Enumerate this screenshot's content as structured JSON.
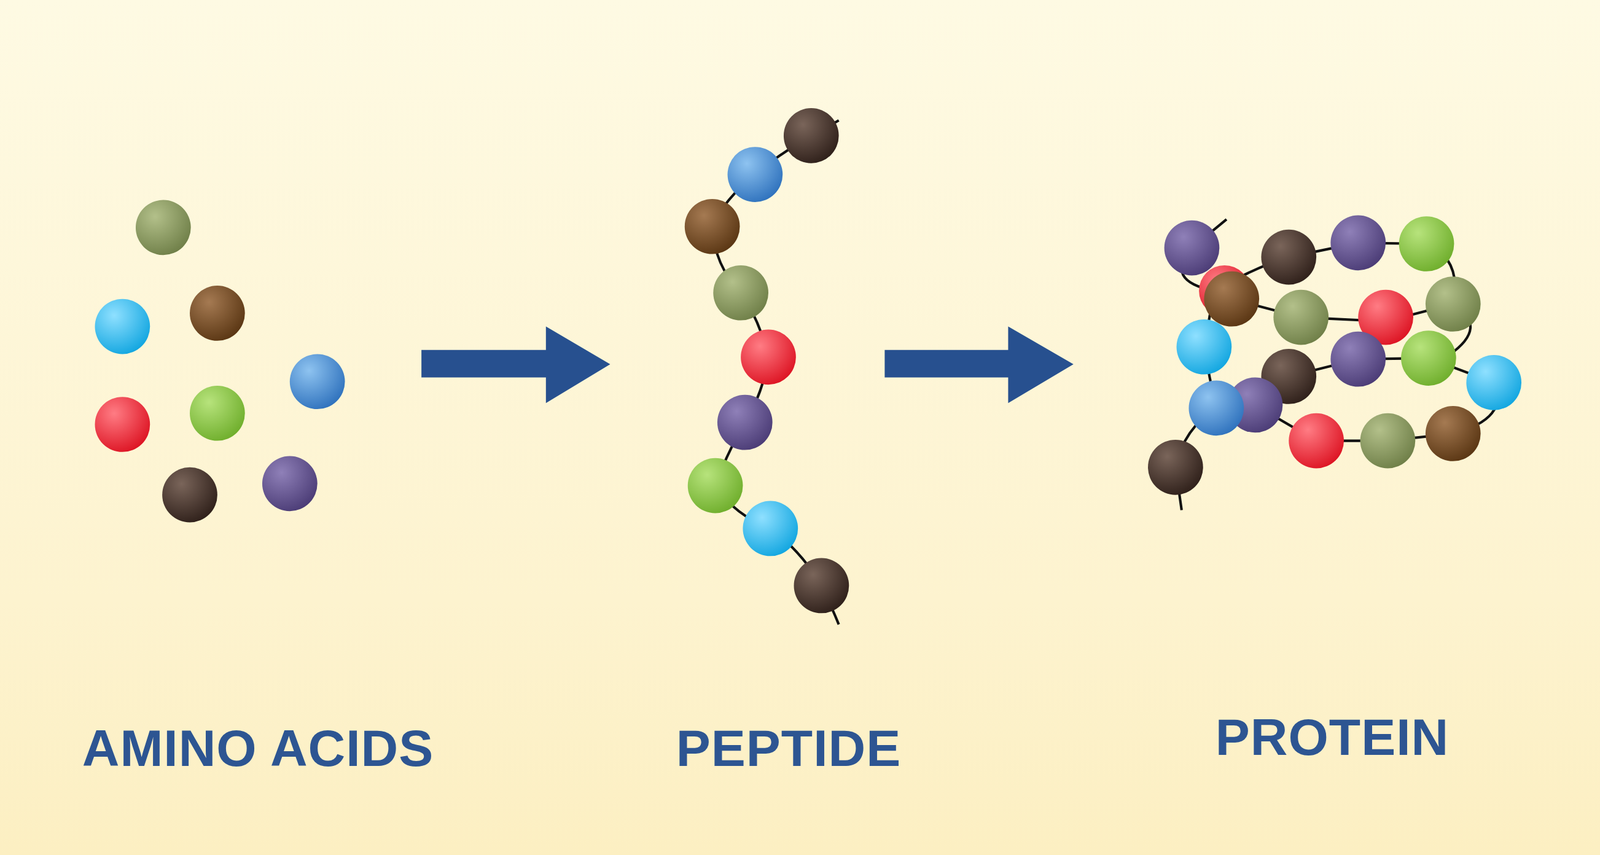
{
  "diagram": {
    "labels": [
      "AMINO ACIDS",
      "PEPTIDE",
      "PROTEIN"
    ]
  }
}
